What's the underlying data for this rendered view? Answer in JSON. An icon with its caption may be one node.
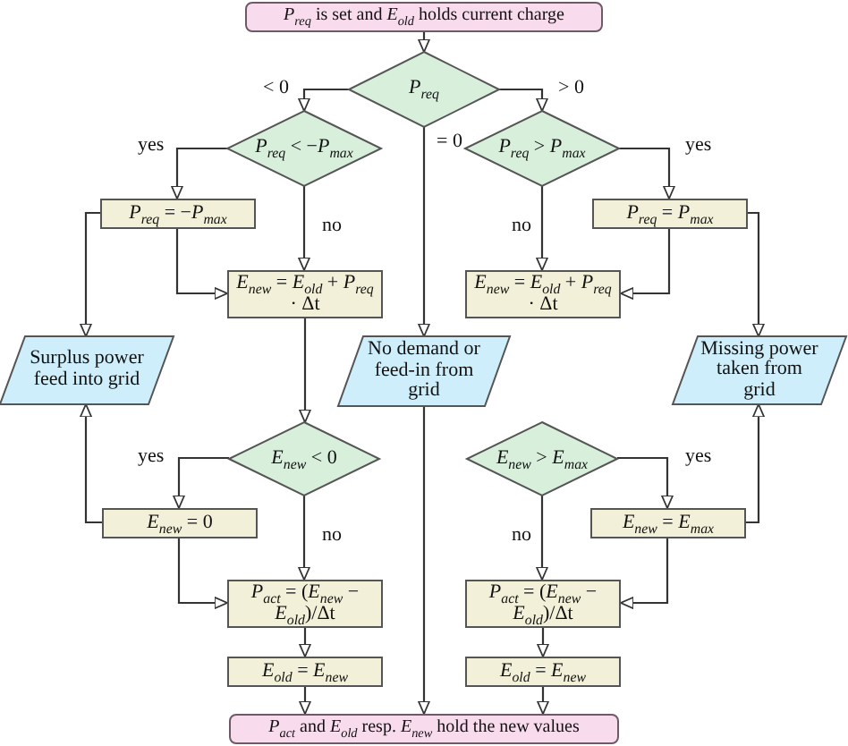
{
  "diagram": {
    "nodes": [
      {
        "text": [
          "*P*$_{req}$ is set and *E*$_{old}$ holds current charge"
        ]
      },
      {
        "text": [
          "*P*$_{req}$"
        ]
      },
      {
        "text": [
          "*P*$_{req}$ < −*P*$_{max}$"
        ]
      },
      {
        "text": [
          "*P*$_{req}$ > *P*$_{max}$"
        ]
      },
      {
        "text": [
          "*P*$_{req}$ = −*P*$_{max}$"
        ]
      },
      {
        "text": [
          "*P*$_{req}$ = *P*$_{max}$"
        ]
      },
      {
        "text": [
          "*E*$_{new}$ = *E*$_{old}$ + *P*$_{req}$ · Δt"
        ]
      },
      {
        "text": [
          "*E*$_{new}$ = *E*$_{old}$ + *P*$_{req}$ · Δt"
        ]
      },
      {
        "text": [
          "Surplus power feed into grid"
        ]
      },
      {
        "text": [
          "No demand or feed-in from grid"
        ]
      },
      {
        "text": [
          "Missing power taken from grid"
        ]
      },
      {
        "text": [
          "*E*$_{new}$ < 0"
        ]
      },
      {
        "text": [
          "*E*$_{new}$ > *E*$_{max}$"
        ]
      },
      {
        "text": [
          "*E*$_{new}$ = 0"
        ]
      },
      {
        "text": [
          "*E*$_{new}$ = *E*$_{max}$"
        ]
      },
      {
        "text": [
          "*P*$_{act}$ = (*E*$_{new}$ − *E*$_{old}$)/Δt"
        ]
      },
      {
        "text": [
          "*P*$_{act}$ = (*E*$_{new}$ − *E*$_{old}$)/Δt"
        ]
      },
      {
        "text": [
          "*E*$_{old}$ = *E*$_{new}$"
        ]
      },
      {
        "text": [
          "*E*$_{old}$ = *E*$_{new}$"
        ]
      },
      {
        "text": [
          "*P*$_{act}$ and *E*$_{old}$ resp. *E*$_{new}$ hold the new values"
        ]
      }
    ],
    "edges": [
      {
        "from": 0,
        "to": 1,
        "arrow": "to"
      },
      {
        "from": 1,
        "to": 2,
        "arrow": "to",
        "label": "< 0"
      },
      {
        "from": 1,
        "to": 3,
        "arrow": "to",
        "label": "> 0"
      },
      {
        "from": 1,
        "to": 9,
        "arrow": "to",
        "label": "= 0"
      },
      {
        "from": 2,
        "to": 4,
        "arrow": "to",
        "label": "yes"
      },
      {
        "from": 2,
        "to": 6,
        "arrow": "to",
        "label": "no"
      },
      {
        "from": 4,
        "to": 6,
        "arrow": "to"
      },
      {
        "from": 4,
        "to": 8,
        "arrow": "to"
      },
      {
        "from": 3,
        "to": 5,
        "arrow": "to",
        "label": "yes"
      },
      {
        "from": 3,
        "to": 7,
        "arrow": "to",
        "label": "no"
      },
      {
        "from": 5,
        "to": 7,
        "arrow": "to"
      },
      {
        "from": 5,
        "to": 10,
        "arrow": "to"
      },
      {
        "from": 6,
        "to": 11,
        "arrow": "to"
      },
      {
        "from": 11,
        "to": 13,
        "arrow": "to",
        "label": "yes"
      },
      {
        "from": 11,
        "to": 15,
        "arrow": "to",
        "label": "no"
      },
      {
        "from": 13,
        "to": 15,
        "arrow": "to"
      },
      {
        "from": 13,
        "to": 8,
        "arrow": "to"
      },
      {
        "from": 12,
        "to": 14,
        "arrow": "to",
        "label": "yes"
      },
      {
        "from": 12,
        "to": 16,
        "arrow": "to",
        "label": "no"
      },
      {
        "from": 14,
        "to": 16,
        "arrow": "to"
      },
      {
        "from": 14,
        "to": 10,
        "arrow": "to"
      },
      {
        "from": 15,
        "to": 17,
        "arrow": "to"
      },
      {
        "from": 16,
        "to": 18,
        "arrow": "to"
      },
      {
        "from": 17,
        "to": 19,
        "arrow": "to"
      },
      {
        "from": 9,
        "to": 19,
        "arrow": "to"
      },
      {
        "from": 18,
        "to": 19,
        "arrow": "to"
      }
    ]
  }
}
